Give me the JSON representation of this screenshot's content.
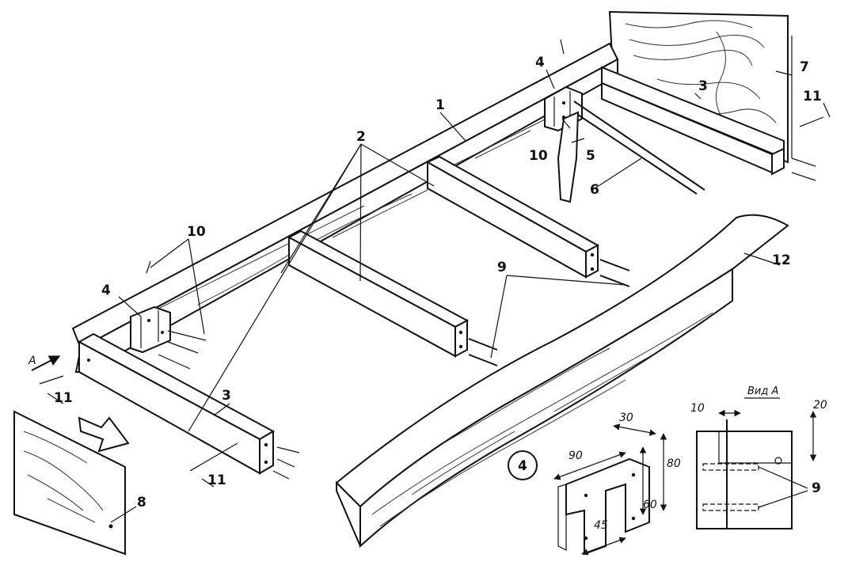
{
  "labels": {
    "rail": "1",
    "crossbeams": "2",
    "side_bars_top": "3",
    "side_bars_bottom": "3",
    "bracket_left": "4",
    "bracket_right": "4",
    "bracket_detail": "4",
    "leg": "5",
    "rod": "6",
    "wall_board": "7",
    "end_board": "8",
    "dowels_top": "9",
    "dowels_detail": "9",
    "screws_left": "10",
    "screws_right": "10",
    "nails_right": "11",
    "nails_left": "11",
    "nails_bottom": "11",
    "edge_board": "12"
  },
  "view_a": {
    "arrow_label": "A",
    "title": "Вид А",
    "dim_10": "10",
    "dim_20": "20"
  },
  "bracket_dims": {
    "d30": "30",
    "d90": "90",
    "d80": "80",
    "d60": "60",
    "d45": "45"
  }
}
